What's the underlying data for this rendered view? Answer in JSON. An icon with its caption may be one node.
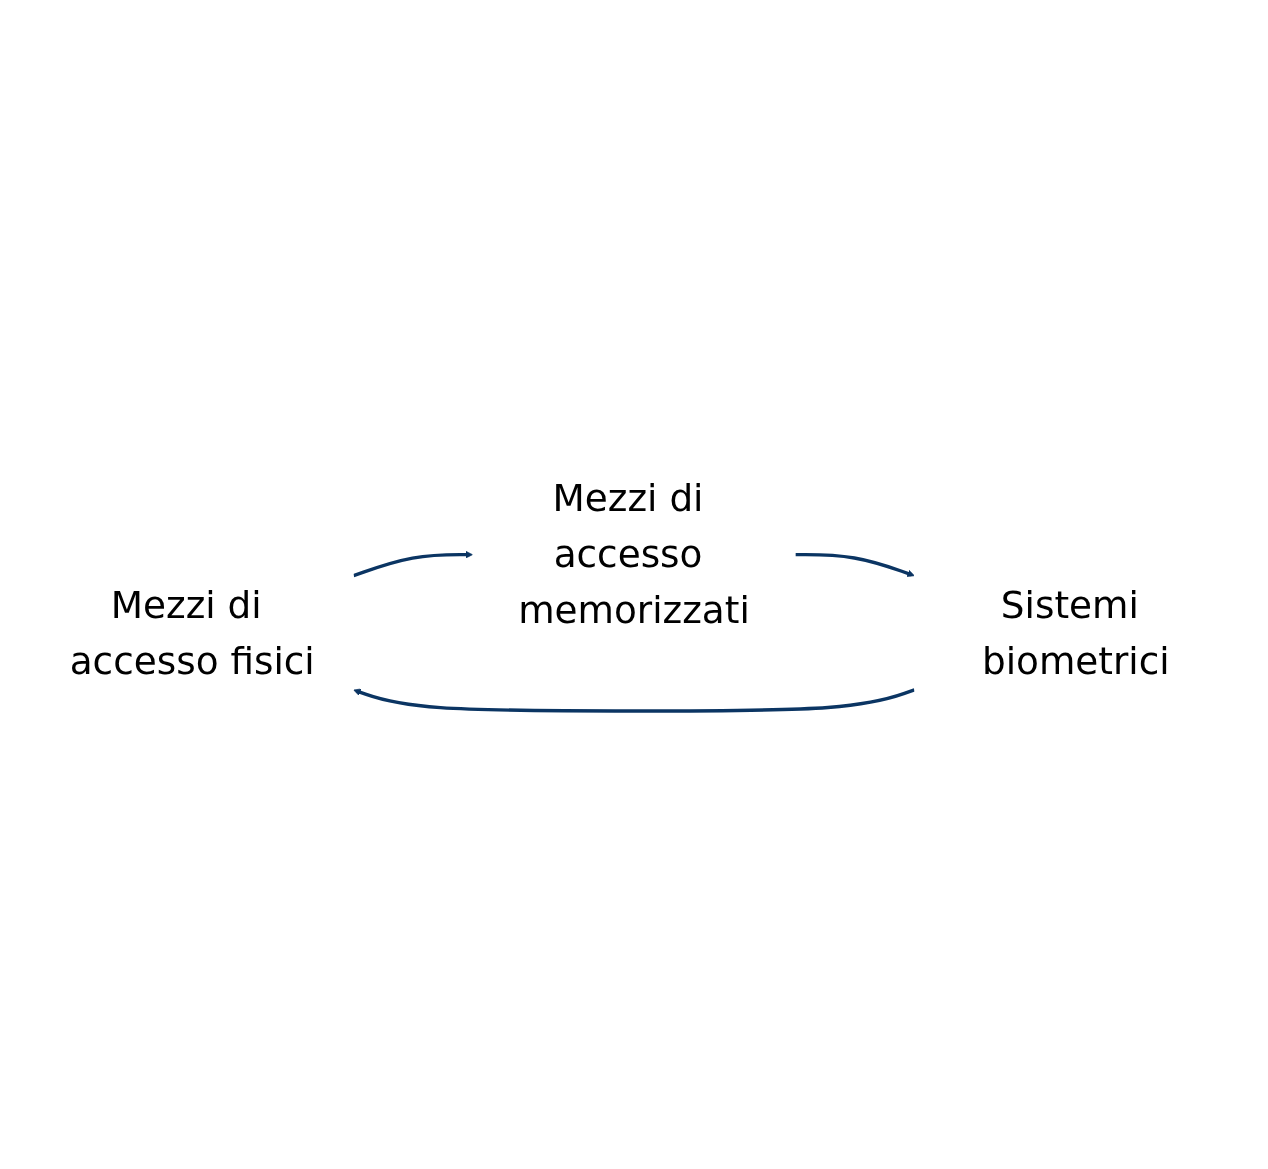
{
  "diagram": {
    "nodes": [
      {
        "text": [
          "Mezzi di accesso fisici"
        ]
      },
      {
        "text": [
          "Mezzi di accesso memorizzati"
        ]
      },
      {
        "text": [
          "Sistemi biometrici"
        ]
      }
    ],
    "edges": [
      {
        "from": 0,
        "to": 1,
        "arrow": "to"
      },
      {
        "from": 1,
        "to": 2,
        "arrow": "to"
      },
      {
        "from": 2,
        "to": 0,
        "arrow": "to"
      }
    ]
  }
}
